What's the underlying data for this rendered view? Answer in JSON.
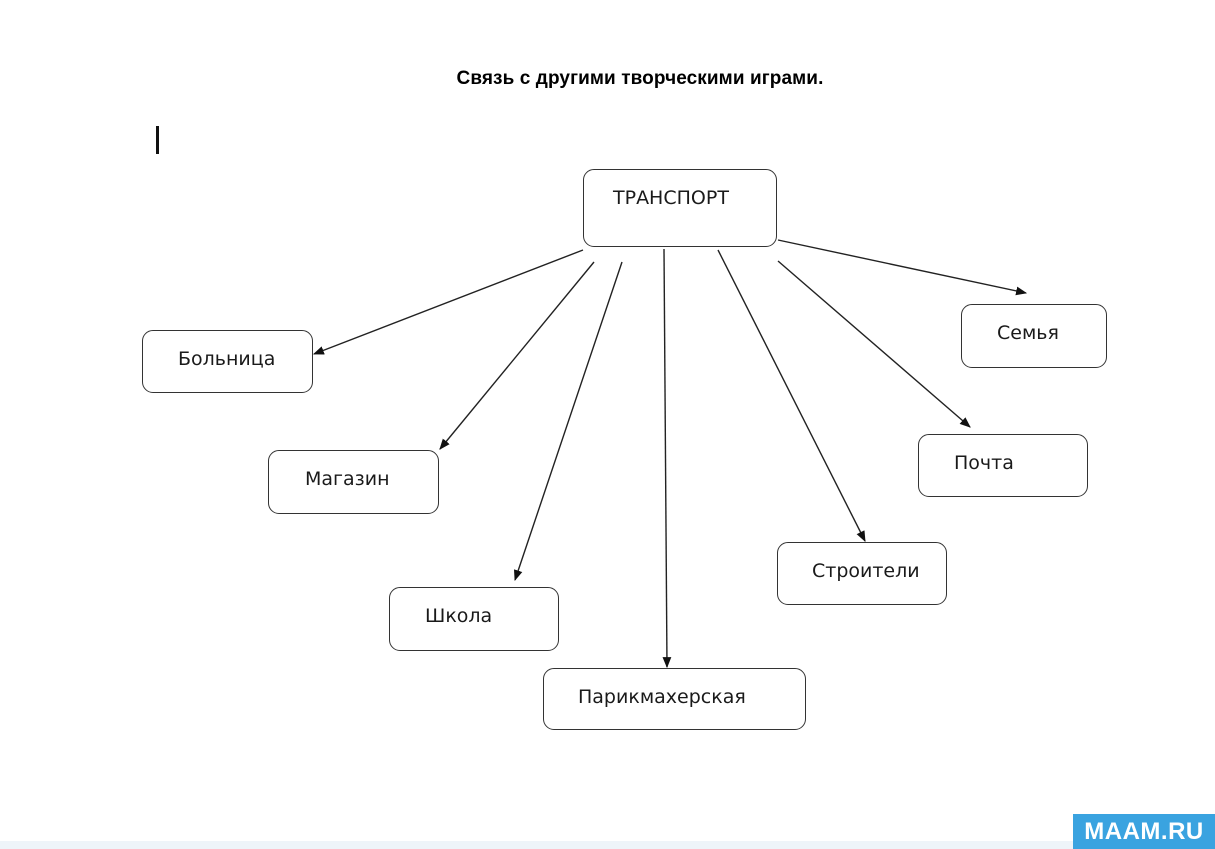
{
  "title": "Связь с другими творческими играми.",
  "center_node": "ТРАНСПОРТ",
  "nodes": {
    "hospital": "Больница",
    "shop": "Магазин",
    "school": "Школа",
    "hairdresser": "Парикмахерская",
    "builders": "Строители",
    "post": "Почта",
    "family": "Семья"
  },
  "watermark": "MAAM.RU"
}
